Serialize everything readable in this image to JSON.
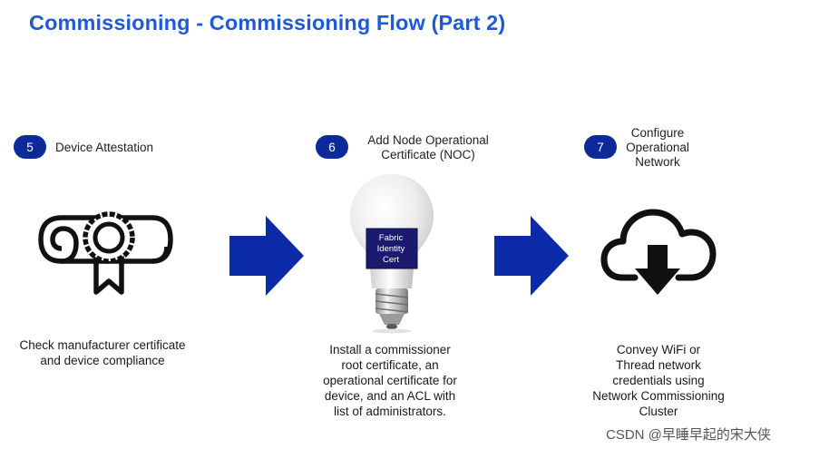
{
  "title": "Commissioning - Commissioning Flow (Part 2)",
  "colors": {
    "accent": "#1f5ad6",
    "badge": "#0d2a9b",
    "arrow": "#0a2aa8"
  },
  "steps": [
    {
      "number": "5",
      "label": "Device Attestation",
      "icon": "certificate-scroll-icon",
      "description": "Check manufacturer certificate\nand device compliance"
    },
    {
      "number": "6",
      "label": "Add Node Operational\nCertificate (NOC)",
      "icon": "light-bulb-icon",
      "bulb_text": "Fabric\nIdentity\nCert",
      "description": "Install a commissioner\nroot certificate, an\noperational certificate for\ndevice, and an ACL with\nlist of administrators."
    },
    {
      "number": "7",
      "label": "Configure\nOperational\nNetwork",
      "icon": "cloud-download-icon",
      "description": "Convey WiFi or\nThread network\ncredentials using\nNetwork Commissioning\nCluster"
    }
  ],
  "arrows": [
    "arrow-right-icon",
    "arrow-right-icon"
  ],
  "watermark": "CSDN @早睡早起的宋大侠"
}
